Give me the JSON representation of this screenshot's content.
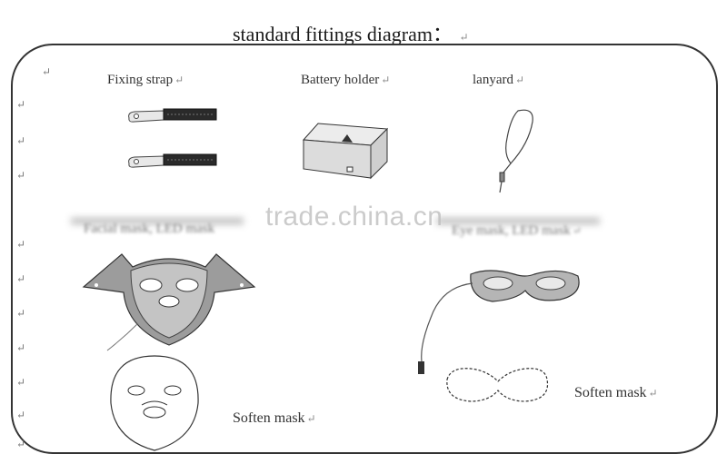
{
  "title": "standard fittings diagram：",
  "paragraph_mark": "↵",
  "labels": {
    "fixing_strap": "Fixing strap",
    "battery_holder": "Battery holder",
    "lanyard": "lanyard",
    "face_mask": "Facial mask, LED mask",
    "eye_mask": "Eye mask, LED mask",
    "soften_mask_left": "Soften mask",
    "soften_mask_right": "Soften mask"
  },
  "watermark": "trade.china.cn"
}
